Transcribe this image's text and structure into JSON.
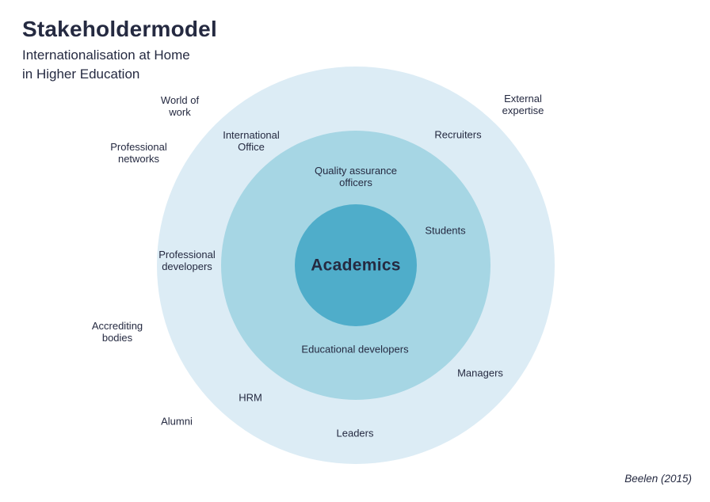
{
  "header": {
    "title": "Stakeholdermodel",
    "subtitle": "Internationalisation at Home\nin Higher Education"
  },
  "colors": {
    "outer_ring": "#dcecf5",
    "middle_ring": "#a6d6e4",
    "inner_circle": "#4fadca",
    "text": "#252a41"
  },
  "diagram": {
    "type": "concentric-circles",
    "rings": [
      {
        "name": "inner-circle",
        "members": [
          "Academics"
        ]
      },
      {
        "name": "middle-ring",
        "members": [
          "Quality assurance officers",
          "Students",
          "Educational developers"
        ]
      },
      {
        "name": "outer-ring",
        "members": [
          "International Office",
          "Recruiters",
          "Professional developers",
          "Managers",
          "HRM",
          "Leaders"
        ]
      },
      {
        "name": "outside",
        "members": [
          "World of work",
          "External expertise",
          "Professional networks",
          "Accrediting bodies",
          "Alumni"
        ]
      }
    ],
    "labels": {
      "academics": {
        "text": "Academics",
        "ring": "inner-circle"
      },
      "quality_assurance_officers": {
        "text": "Quality assurance\nofficers",
        "ring": "middle-ring"
      },
      "students": {
        "text": "Students",
        "ring": "middle-ring"
      },
      "educational_developers": {
        "text": "Educational developers",
        "ring": "middle-ring"
      },
      "international_office": {
        "text": "International\nOffice",
        "ring": "outer-ring"
      },
      "recruiters": {
        "text": "Recruiters",
        "ring": "outer-ring"
      },
      "professional_developers": {
        "text": "Professional\ndevelopers",
        "ring": "outer-ring"
      },
      "managers": {
        "text": "Managers",
        "ring": "outer-ring"
      },
      "hrm": {
        "text": "HRM",
        "ring": "outer-ring"
      },
      "leaders": {
        "text": "Leaders",
        "ring": "outer-ring"
      },
      "world_of_work": {
        "text": "World of\nwork",
        "ring": "outside"
      },
      "external_expertise": {
        "text": "External\nexpertise",
        "ring": "outside"
      },
      "professional_networks": {
        "text": "Professional\nnetworks",
        "ring": "outside"
      },
      "accrediting_bodies": {
        "text": "Accrediting\nbodies",
        "ring": "outside"
      },
      "alumni": {
        "text": "Alumni",
        "ring": "outside"
      }
    }
  },
  "citation": "Beelen (2015)"
}
